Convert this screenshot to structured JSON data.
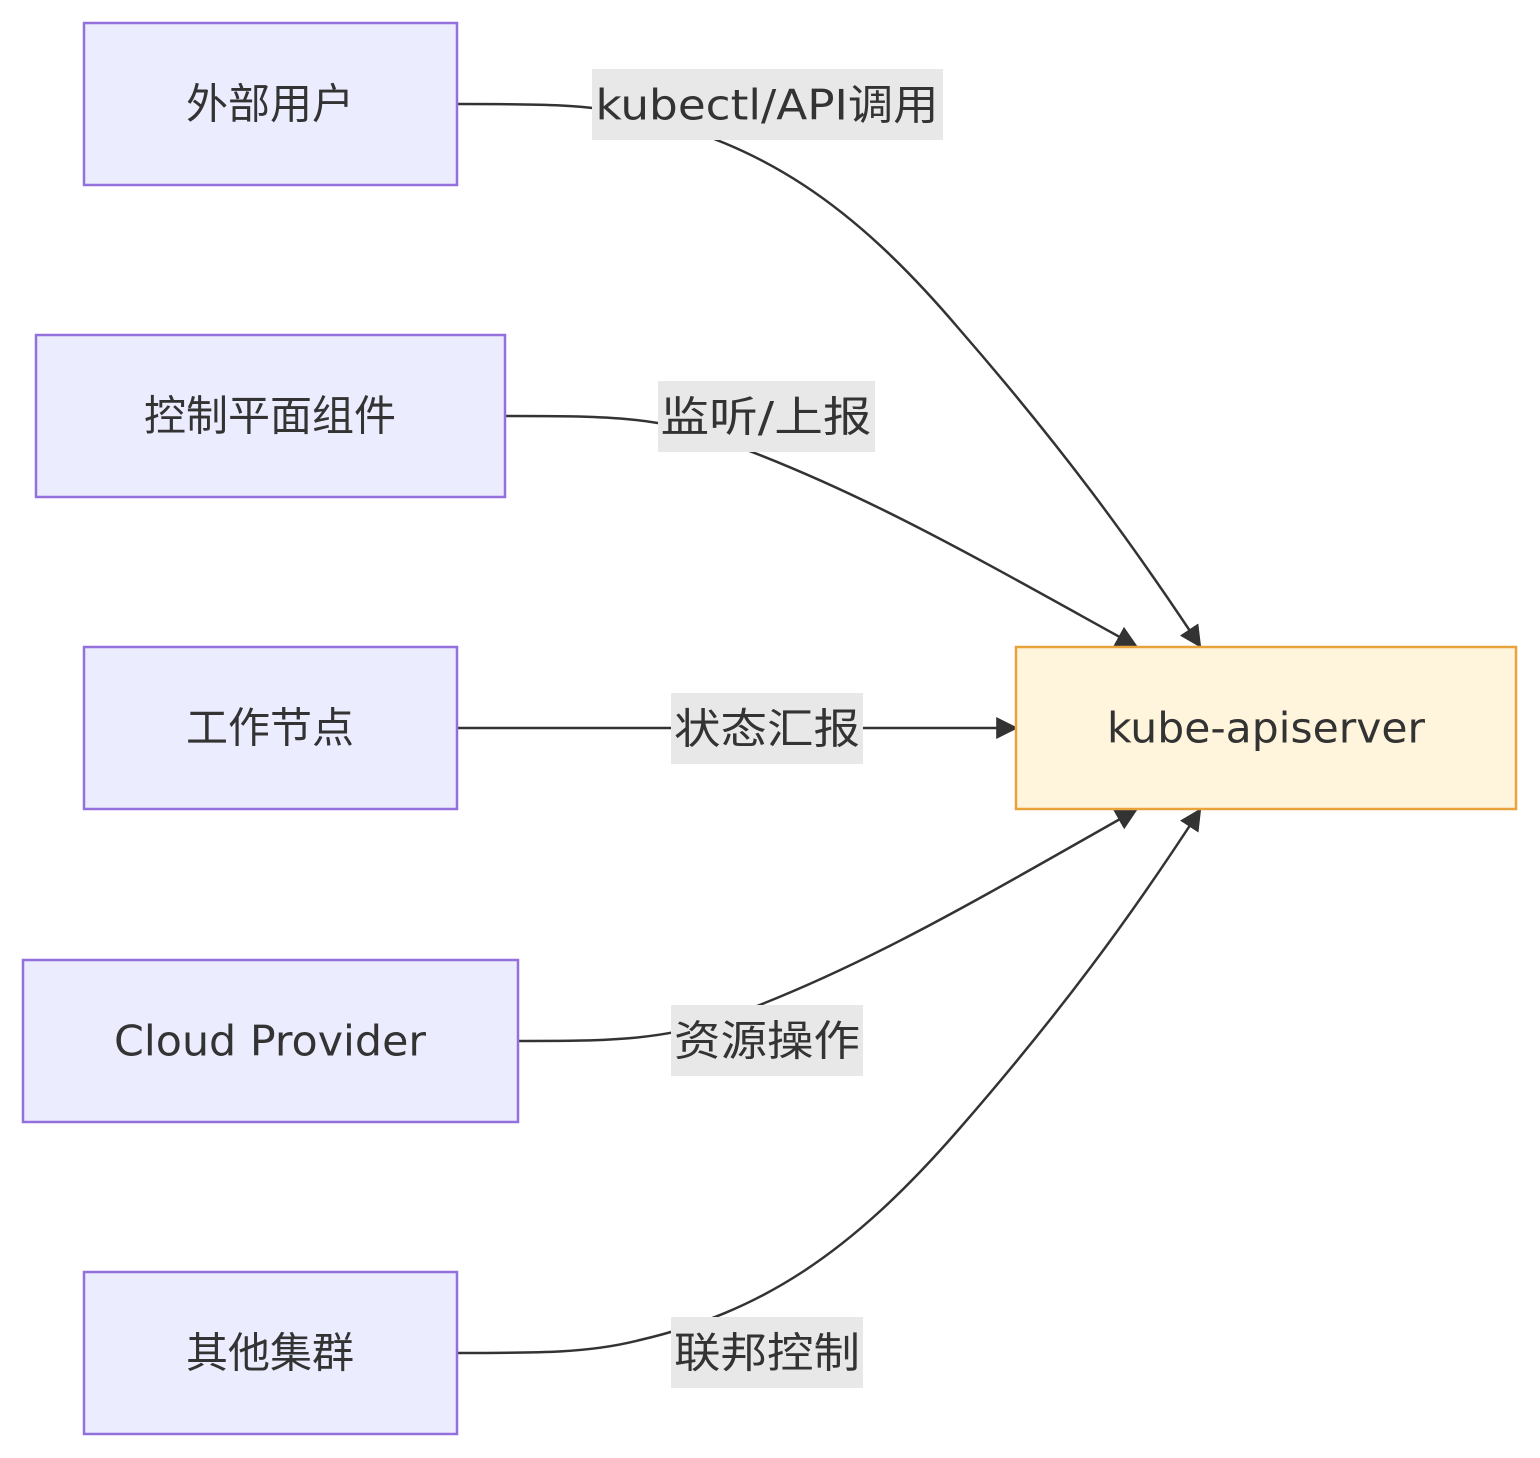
{
  "diagram": {
    "type": "flowchart",
    "direction": "left-to-right",
    "target": {
      "id": "apiserver",
      "label": "kube-apiserver"
    },
    "sources": [
      {
        "id": "external-users",
        "label": "外部用户"
      },
      {
        "id": "control-plane",
        "label": "控制平面组件"
      },
      {
        "id": "worker-nodes",
        "label": "工作节点"
      },
      {
        "id": "cloud-provider",
        "label": "Cloud Provider"
      },
      {
        "id": "other-clusters",
        "label": "其他集群"
      }
    ],
    "edges": [
      {
        "from": "external-users",
        "to": "apiserver",
        "label": "kubectl/API调用"
      },
      {
        "from": "control-plane",
        "to": "apiserver",
        "label": "监听/上报"
      },
      {
        "from": "worker-nodes",
        "to": "apiserver",
        "label": "状态汇报"
      },
      {
        "from": "cloud-provider",
        "to": "apiserver",
        "label": "资源操作"
      },
      {
        "from": "other-clusters",
        "to": "apiserver",
        "label": "联邦控制"
      }
    ],
    "colors": {
      "source_fill": "#ececff",
      "source_stroke": "#9370db",
      "target_fill": "#fff5dc",
      "target_stroke": "#e8a33c",
      "edge": "#333333",
      "label_bg": "#e8e8e8",
      "text": "#333333"
    }
  }
}
